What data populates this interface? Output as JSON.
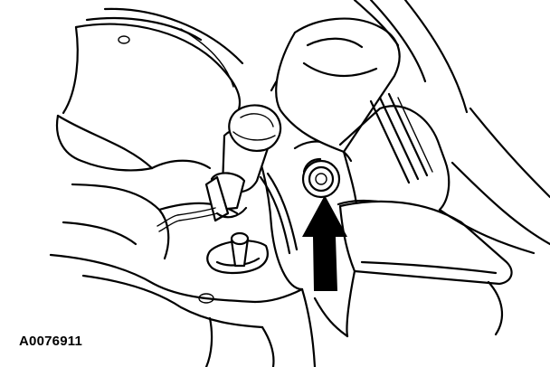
{
  "figure": {
    "id_label": "A0076911",
    "colors": {
      "ink": "#000000",
      "paper": "#ffffff"
    },
    "parts": [
      "steering-column-shroud",
      "multifunction-switch-lever",
      "lever-knob",
      "wiring-harness",
      "ignition-lock-shaft",
      "retaining-bolt",
      "steering-wheel-rim",
      "locator-arrow-icon"
    ]
  }
}
